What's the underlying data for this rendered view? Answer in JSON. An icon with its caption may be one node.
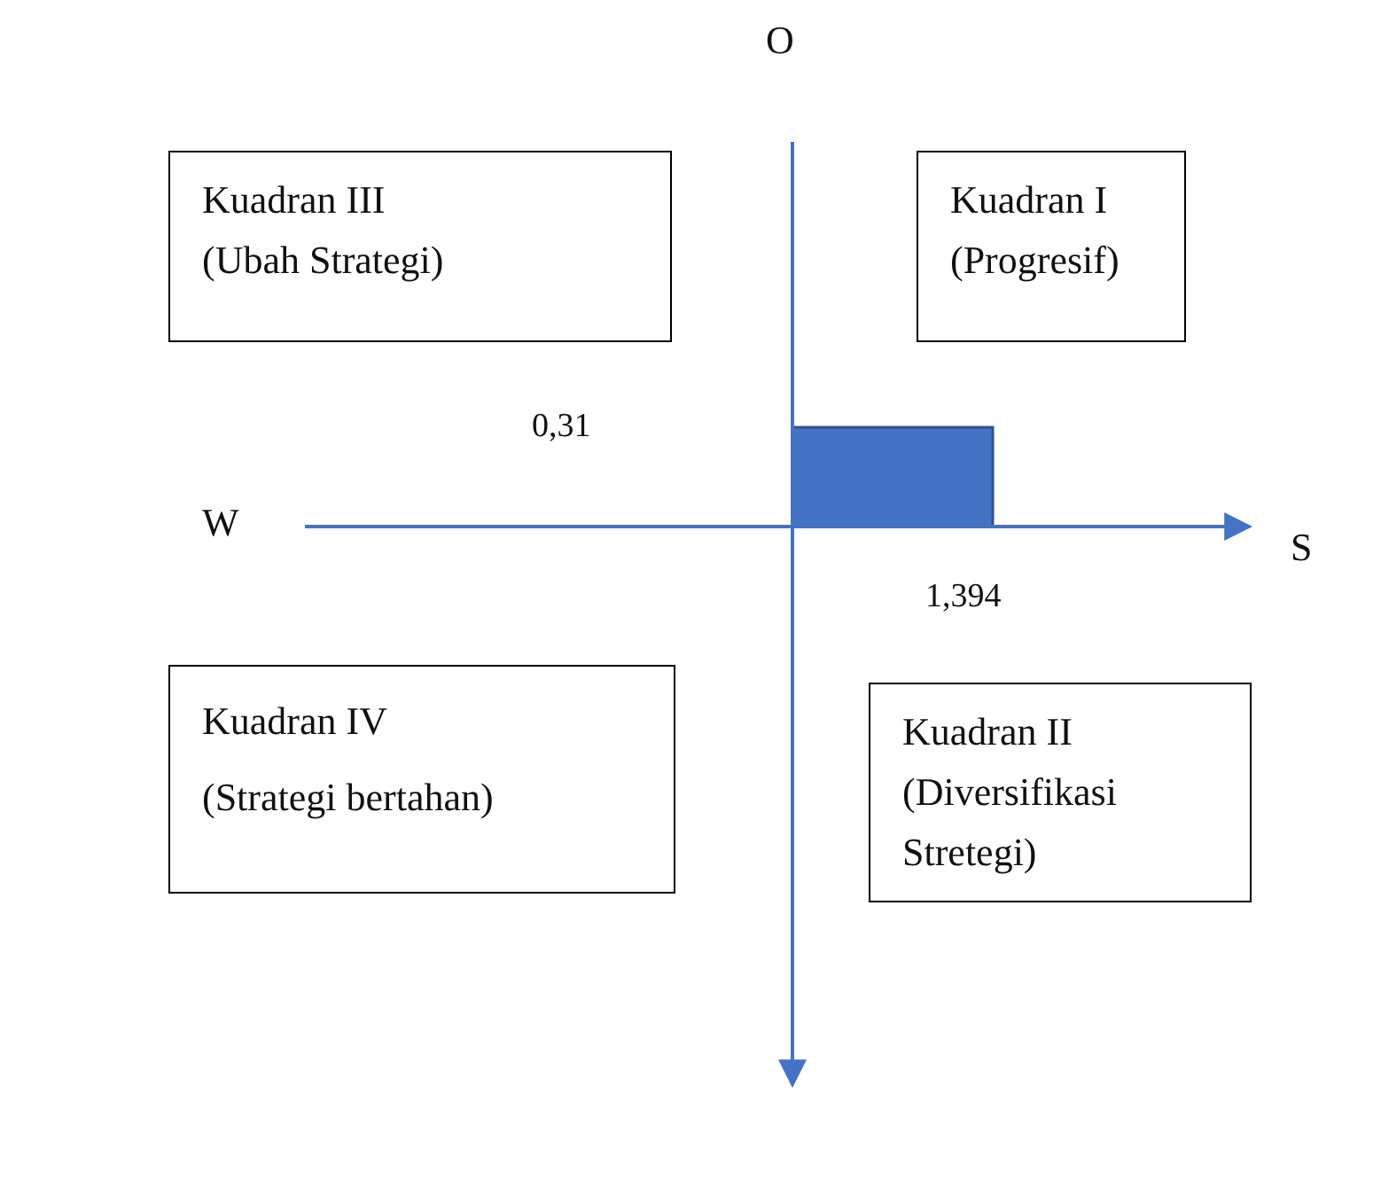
{
  "diagram": {
    "nodes": [
      {
        "text": [
          "Kuadran III",
          "(Ubah Strategi)"
        ]
      },
      {
        "text": [
          "Kuadran I",
          "(Progresif)"
        ]
      },
      {
        "text": [
          "Kuadran IV",
          "(Strategi bertahan)"
        ]
      },
      {
        "text": [
          "Kuadran II",
          "(Diversifikasi Stretegi)"
        ]
      }
    ],
    "edges": [],
    "labels": [
      "O",
      "0,31",
      "W",
      "S",
      "1,394"
    ]
  }
}
